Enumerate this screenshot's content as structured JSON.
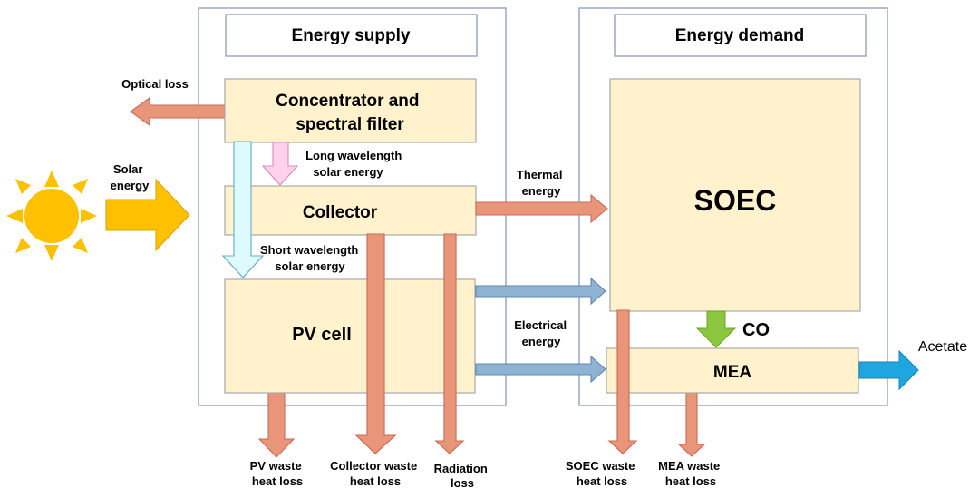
{
  "supply": {
    "title": "Energy supply",
    "concentrator": [
      "Concentrator and",
      "spectral filter"
    ],
    "collector": "Collector",
    "pv_cell": "PV cell"
  },
  "demand": {
    "title": "Energy demand",
    "soec": "SOEC",
    "mea": "MEA"
  },
  "labels": {
    "optical_loss": "Optical loss",
    "solar_energy": [
      "Solar",
      "energy"
    ],
    "long_wavelength": [
      "Long wavelength",
      "solar energy"
    ],
    "short_wavelength": [
      "Short wavelength",
      "solar energy"
    ],
    "thermal_energy": [
      "Thermal",
      "energy"
    ],
    "electrical_energy": [
      "Electrical",
      "energy"
    ],
    "co": "CO",
    "acetate": "Acetate",
    "pv_waste": [
      "PV waste",
      "heat loss"
    ],
    "collector_waste": [
      "Collector waste",
      "heat loss"
    ],
    "radiation_loss": [
      "Radiation",
      "loss"
    ],
    "soec_waste": [
      "SOEC waste",
      "heat loss"
    ],
    "mea_waste": [
      "MEA waste",
      "heat loss"
    ]
  },
  "colors": {
    "box_fill": "#fff2cc",
    "loss_arrow": "#e8957a",
    "electric_arrow": "#8fb4d3",
    "solar_arrow": "#ffc000",
    "long_wave_arrow": "#ffd1ec",
    "short_wave_arrow": "#dcfaff",
    "co_arrow": "#8cc63f",
    "acetate_arrow": "#1fa6e0",
    "sun": "#ffc000"
  }
}
